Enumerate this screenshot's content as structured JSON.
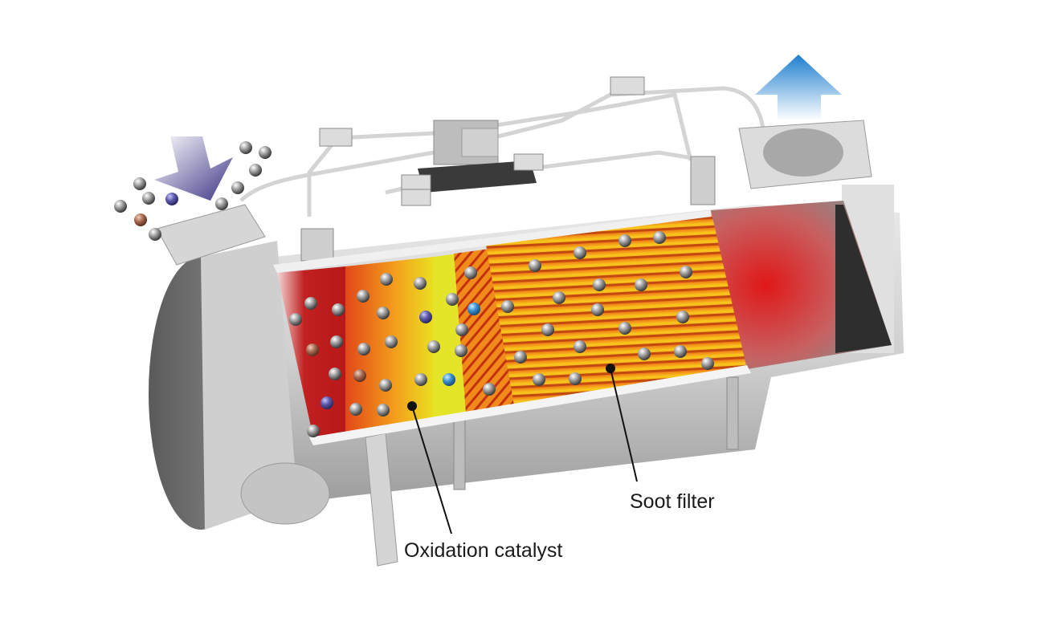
{
  "diagram": {
    "subject": "Diesel particulate filter cutaway",
    "labels": {
      "oxidation_catalyst": "Oxidation catalyst",
      "soot_filter": "Soot filter"
    },
    "flow": {
      "inlet_arrow": {
        "direction": "down-right",
        "color_start": "#ffffff",
        "color_end": "#3c3585"
      },
      "outlet_arrow": {
        "direction": "up",
        "color_start": "#ffffff",
        "color_end": "#1e7fcf"
      }
    },
    "particle_colors": {
      "soot": "#8a8a8a",
      "nox": "#4a4890",
      "hydrocarbon": "#9a5a40",
      "clean": "#2f82c4"
    },
    "section_colors": {
      "housing": "#c9c9c9",
      "catalyst_hot": "#b81e1e",
      "catalyst_warm": "#f08a1a",
      "catalyst_cool": "#e8e020",
      "filter_channels": "#f2a81a",
      "outlet_glow": "#e01818"
    }
  }
}
